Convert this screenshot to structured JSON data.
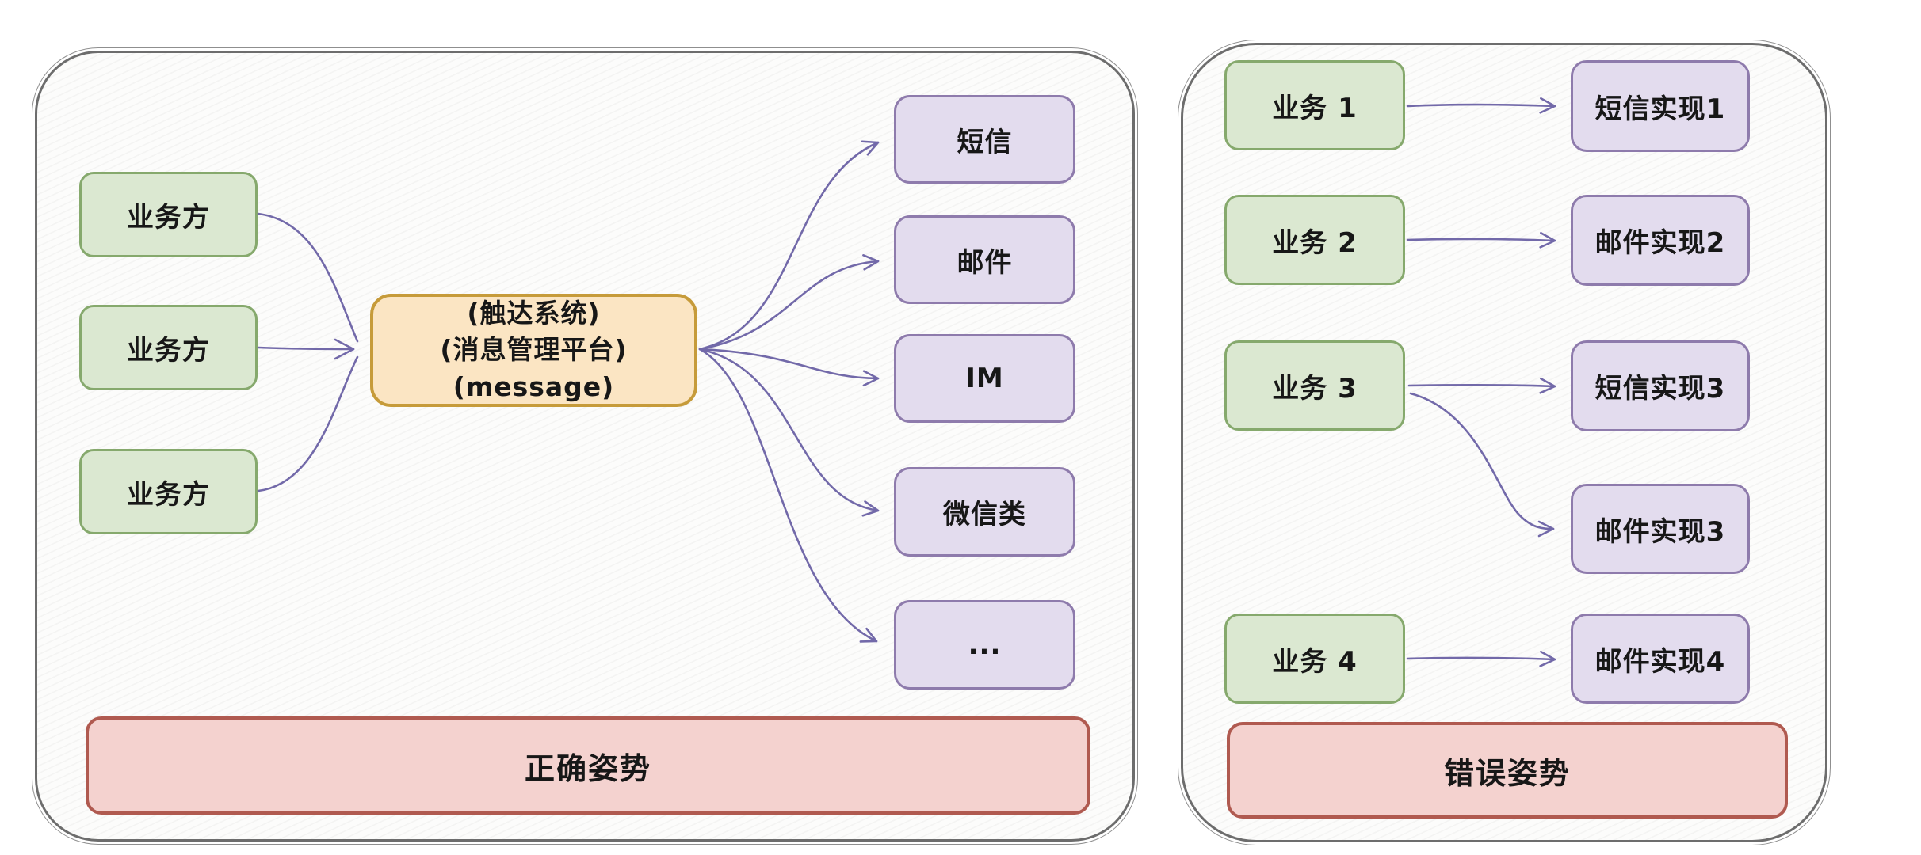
{
  "left_panel": {
    "sources": [
      "业务方",
      "业务方",
      "业务方"
    ],
    "hub": {
      "lines": [
        "(触达系统)",
        "(消息管理平台)",
        "(message)"
      ]
    },
    "channels": [
      "短信",
      "邮件",
      "IM",
      "微信类",
      "..."
    ],
    "caption": "正确姿势"
  },
  "right_panel": {
    "sources": [
      "业务 1",
      "业务 2",
      "业务 3",
      "业务 4"
    ],
    "targets": [
      "短信实现1",
      "邮件实现2",
      "短信实现3",
      "邮件实现3",
      "邮件实现4"
    ],
    "caption": "错误姿势"
  },
  "colors": {
    "green_fill": "#dbe8d1",
    "green_border": "#86a96d",
    "purple_fill": "#e3dcee",
    "purple_border": "#8e7bac",
    "orange_fill": "#fbe5c3",
    "orange_border": "#c69b3a",
    "red_fill": "#f4d2cf",
    "red_border": "#b05a50",
    "arrow": "#7269a9",
    "frame_border": "#6d6d6d",
    "text": "#171717"
  }
}
